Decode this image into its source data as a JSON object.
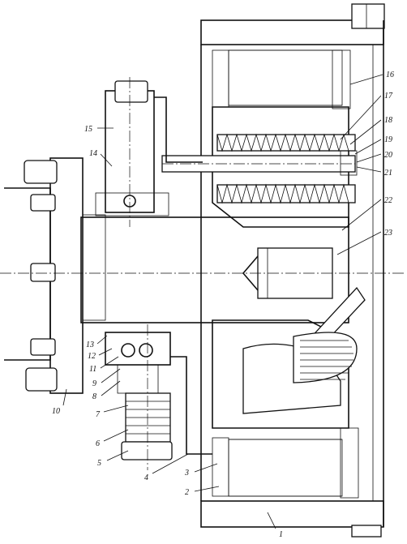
{
  "callouts": [
    {
      "id": "1",
      "text": "1"
    },
    {
      "id": "2",
      "text": "2"
    },
    {
      "id": "3",
      "text": "3"
    },
    {
      "id": "4",
      "text": "4"
    },
    {
      "id": "5",
      "text": "5"
    },
    {
      "id": "6",
      "text": "6"
    },
    {
      "id": "7",
      "text": "7"
    },
    {
      "id": "8",
      "text": "8"
    },
    {
      "id": "9",
      "text": "9"
    },
    {
      "id": "10",
      "text": "10"
    },
    {
      "id": "11",
      "text": "11"
    },
    {
      "id": "12",
      "text": "12"
    },
    {
      "id": "13",
      "text": "13"
    },
    {
      "id": "14",
      "text": "14"
    },
    {
      "id": "15",
      "text": "15"
    },
    {
      "id": "16",
      "text": "16"
    },
    {
      "id": "17",
      "text": "17"
    },
    {
      "id": "18",
      "text": "18"
    },
    {
      "id": "19",
      "text": "19"
    },
    {
      "id": "20",
      "text": "20"
    },
    {
      "id": "21",
      "text": "21"
    },
    {
      "id": "22",
      "text": "22"
    },
    {
      "id": "23",
      "text": "23"
    }
  ],
  "colors": {
    "ink": "#111111",
    "paper": "#ffffff"
  }
}
